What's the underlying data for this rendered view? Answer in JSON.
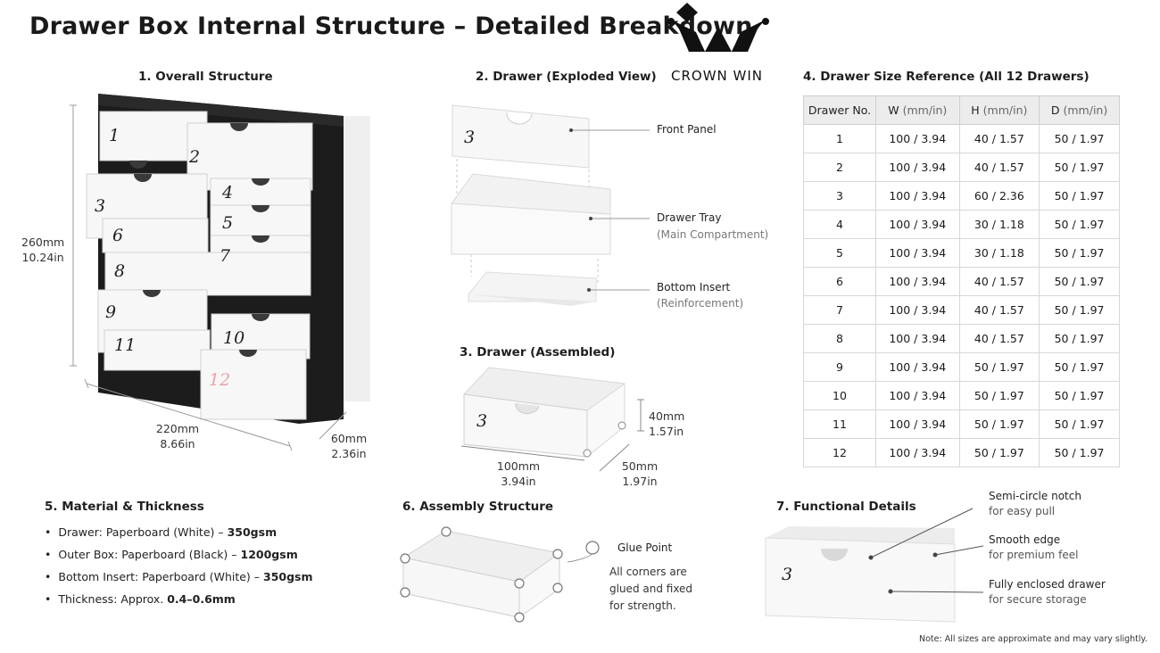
{
  "title": "Drawer Box Internal Structure – Detailed Breakdown",
  "brand": {
    "name": "CROWN WIN"
  },
  "sections": {
    "overall": "1. Overall Structure",
    "exploded": "2. Drawer (Exploded View)",
    "assembled": "3. Drawer (Assembled)",
    "size_ref": "4. Drawer Size Reference (All 12 Drawers)",
    "material": "5. Material & Thickness",
    "assembly": "6. Assembly Structure",
    "functional": "7. Functional Details"
  },
  "overall": {
    "height_mm": "260mm",
    "height_in": "10.24in",
    "width_mm": "220mm",
    "width_in": "8.66in",
    "depth_mm": "60mm",
    "depth_in": "2.36in",
    "drawer_numbers": [
      "1",
      "2",
      "3",
      "4",
      "5",
      "6",
      "7",
      "8",
      "9",
      "10",
      "11",
      "12"
    ]
  },
  "exploded": {
    "front_panel": "Front Panel",
    "drawer_tray": "Drawer Tray",
    "drawer_tray_sub": "(Main Compartment)",
    "bottom_insert": "Bottom Insert",
    "bottom_insert_sub": "(Reinforcement)",
    "panel_number": "3"
  },
  "assembled": {
    "height_mm": "40mm",
    "height_in": "1.57in",
    "width_mm": "100mm",
    "width_in": "3.94in",
    "depth_mm": "50mm",
    "depth_in": "1.97in",
    "drawer_number": "3"
  },
  "size_table": {
    "headers": [
      {
        "name": "Drawer No.",
        "unit": ""
      },
      {
        "name": "W",
        "unit": "(mm/in)"
      },
      {
        "name": "H",
        "unit": "(mm/in)"
      },
      {
        "name": "D",
        "unit": "(mm/in)"
      }
    ],
    "rows": [
      [
        "1",
        "100 / 3.94",
        "40 / 1.57",
        "50 / 1.97"
      ],
      [
        "2",
        "100 / 3.94",
        "40 / 1.57",
        "50 / 1.97"
      ],
      [
        "3",
        "100 / 3.94",
        "60 / 2.36",
        "50 / 1.97"
      ],
      [
        "4",
        "100 / 3.94",
        "30 / 1.18",
        "50 / 1.97"
      ],
      [
        "5",
        "100 / 3.94",
        "30 / 1.18",
        "50 / 1.97"
      ],
      [
        "6",
        "100 / 3.94",
        "40 / 1.57",
        "50 / 1.97"
      ],
      [
        "7",
        "100 / 3.94",
        "40 / 1.57",
        "50 / 1.97"
      ],
      [
        "8",
        "100 / 3.94",
        "40 / 1.57",
        "50 / 1.97"
      ],
      [
        "9",
        "100 / 3.94",
        "50 / 1.97",
        "50 / 1.97"
      ],
      [
        "10",
        "100 / 3.94",
        "50 / 1.97",
        "50 / 1.97"
      ],
      [
        "11",
        "100 / 3.94",
        "50 / 1.97",
        "50 / 1.97"
      ],
      [
        "12",
        "100 / 3.94",
        "50 / 1.97",
        "50 / 1.97"
      ]
    ]
  },
  "material": {
    "items": [
      {
        "label": "Drawer: Paperboard (White) – ",
        "value": "350gsm"
      },
      {
        "label": "Outer Box: Paperboard (Black) – ",
        "value": "1200gsm"
      },
      {
        "label": "Bottom Insert: Paperboard (White) – ",
        "value": "350gsm"
      },
      {
        "label": "Thickness: Approx. ",
        "value": "0.4–0.6mm"
      }
    ]
  },
  "assembly": {
    "glue_point": "Glue Point",
    "desc1": "All corners are",
    "desc2": "glued and fixed",
    "desc3": "for strength."
  },
  "functional": {
    "notch_title": "Semi-circle notch",
    "notch_sub": "for easy pull",
    "edge_title": "Smooth edge",
    "edge_sub": "for premium feel",
    "enclosed_title": "Fully enclosed drawer",
    "enclosed_sub": "for secure storage",
    "drawer_number": "3"
  },
  "note": "Note: All sizes are approximate and may vary slightly.",
  "colors": {
    "outer_box": "#1c1c1c",
    "drawer": "#f7f7f7",
    "accent_12": "#e8a0a8"
  }
}
